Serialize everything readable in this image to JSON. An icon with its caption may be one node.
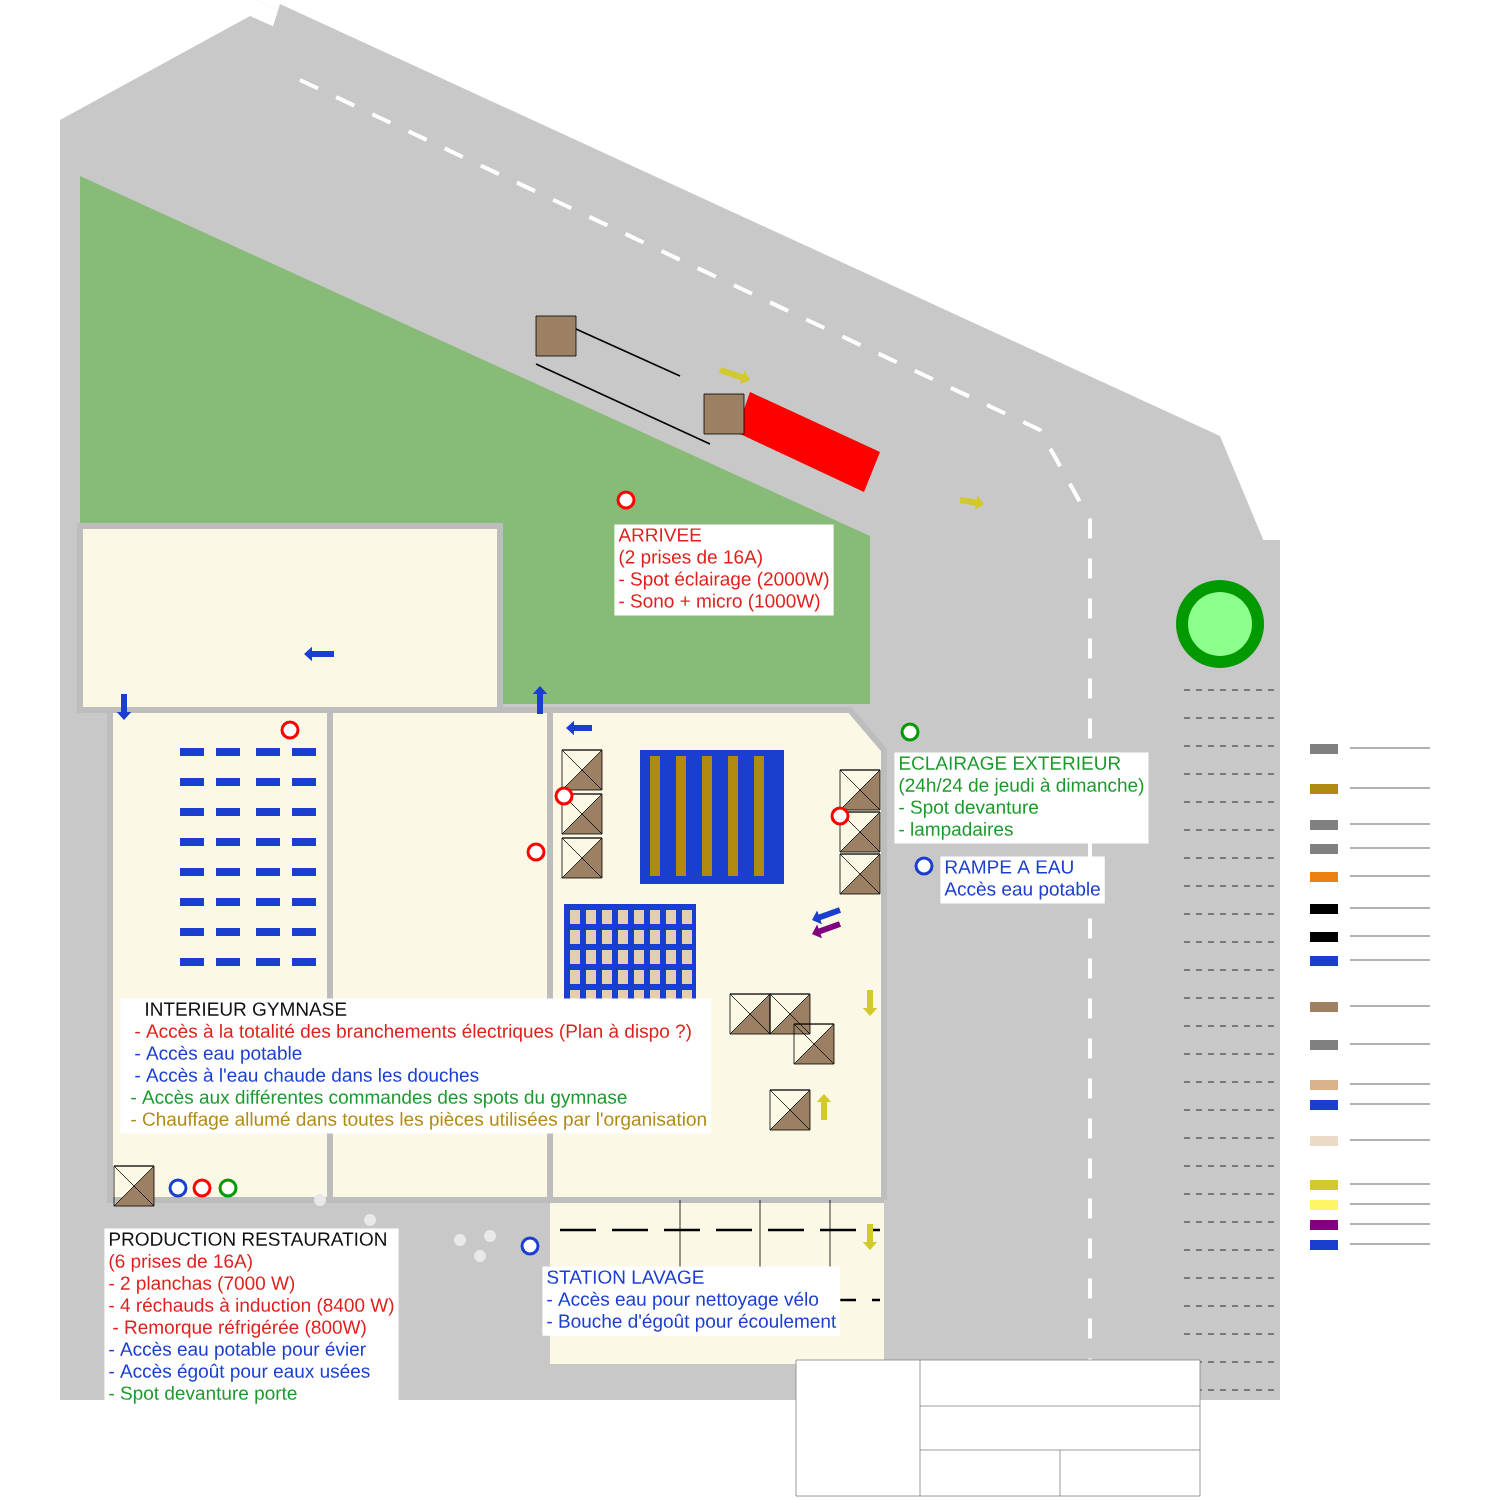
{
  "diagram": {
    "nodes": [
      {
        "text": [
          "ARRIVEE",
          "(2 prises de 16A)",
          "- Spot éclairage (2000W)",
          "- Sono + micro (1000W)"
        ]
      },
      {
        "text": [
          "ECLAIRAGE EXTERIEUR",
          "(24h/24 de jeudi à dimanche)",
          "- Spot devanture",
          "- lampadaires"
        ]
      },
      {
        "text": [
          "RAMPE A EAU",
          "Accès eau potable"
        ]
      },
      {
        "text": [
          "INTERIEUR GYMNASE",
          "- Accès à la totalité des branchements électriques (Plan à dispo ?)",
          "- Accès eau potable",
          "- Accès à l'eau chaude dans les douches",
          "- Accès aux différentes commandes des spots du gymnase",
          "- Chauffage allumé dans toutes les pièces utilisées par l'organisation"
        ]
      },
      {
        "text": [
          "PRODUCTION RESTAURATION",
          "(6 prises de 16A)",
          "- 2 planchas (7000 W)",
          "- 4 réchauds à induction (8400 W)",
          "- Remorque réfrigérée (800W)",
          "- Accès eau potable pour évier",
          "- Accès égoût pour eaux usées",
          "- Spot devanture porte"
        ]
      },
      {
        "text": [
          "STATION LAVAGE",
          "- Accès eau pour nettoyage vélo",
          "- Bouche d'égoût pour écoulement"
        ]
      }
    ]
  }
}
